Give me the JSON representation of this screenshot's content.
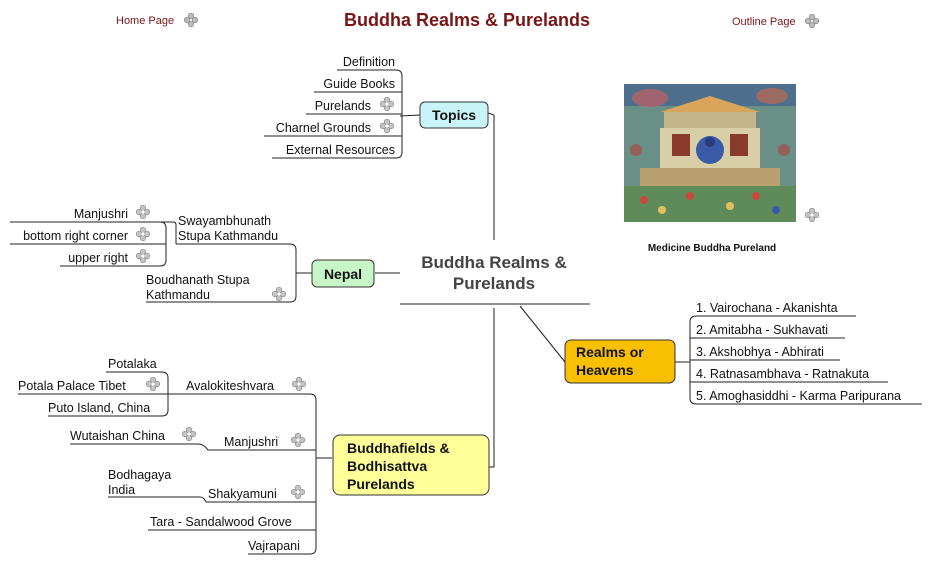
{
  "header": {
    "home_link": "Home Page",
    "title": "Buddha Realms & Purelands",
    "outline_link": "Outline Page"
  },
  "center": {
    "line1": "Buddha Realms &",
    "line2": "Purelands"
  },
  "image": {
    "caption": "Medicine Buddha Pureland"
  },
  "topics": {
    "label": "Topics",
    "items": [
      "Definition",
      "Guide Books",
      "Purelands",
      "Charnel Grounds",
      "External Resources"
    ]
  },
  "nepal": {
    "label": "Nepal",
    "swayambhunath": {
      "line1": "Swayambhunath",
      "line2": "Stupa Kathmandu"
    },
    "swayambhunath_children": [
      "Manjushri",
      "bottom right corner",
      "upper right"
    ],
    "boudhanath": {
      "line1": "Boudhanath Stupa",
      "line2": "Kathmandu"
    }
  },
  "realms": {
    "line1": "Realms or",
    "line2": "Heavens",
    "items": [
      "1. Vairochana - Akanishta",
      "2. Amitabha - Sukhavati",
      "3. Akshobhya - Abhirati",
      "4. Ratnasambhava - Ratnakuta",
      "5. Amoghasiddhi - Karma Paripurana"
    ]
  },
  "buddhafields": {
    "line1": "Buddhafields &",
    "line2": "Bodhisattva",
    "line3": "Purelands",
    "avalokiteshvara": {
      "label": "Avalokiteshvara",
      "children": [
        "Potalaka",
        "Potala Palace Tibet",
        "Puto Island, China"
      ]
    },
    "manjushri": {
      "label": "Manjushri",
      "children": [
        "Wutaishan China"
      ]
    },
    "shakyamuni": {
      "label": "Shakyamuni",
      "child_line1": "Bodhagaya",
      "child_line2": "India"
    },
    "tara": "Tara - Sandalwood Grove",
    "vajrapani": "Vajrapani"
  },
  "colors": {
    "title": "#7a1515",
    "topics_box": "#c8f4f8",
    "nepal_box": "#c8f5c8",
    "realms_box": "#f8c000",
    "buddhafields_box": "#ffff99"
  }
}
